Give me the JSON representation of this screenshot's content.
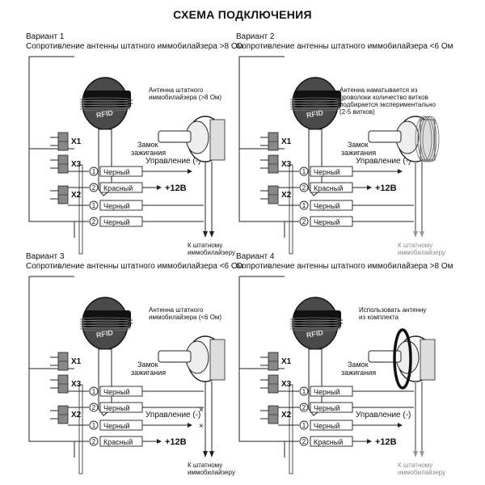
{
  "title": "СХЕМА ПОДКЛЮЧЕНИЯ",
  "labels": {
    "rfid": "RFID",
    "x1": "X1",
    "x2": "X2",
    "x3": "X3",
    "pin1": "1",
    "pin2": "2",
    "black": "Черный",
    "red": "Красный",
    "control": "Управление (-)",
    "plus12": "+12В",
    "lock1": "Замок",
    "lock2": "зажигания",
    "to_immo1": "К штатному",
    "to_immo2": "иммобилайзеру",
    "cross": "×"
  },
  "variants": [
    {
      "heading": "Вариант 1",
      "subtitle": "Сопротивление антенны штатного иммобилайзера >8 Ом",
      "note": [
        "Антенна штатного",
        "иммобилайзера (>8 Ом)"
      ]
    },
    {
      "heading": "Вариант 2",
      "subtitle": "Сопротивление антенны штатного иммобилайзера <6 Ом",
      "note": [
        "Антенна наматывается из",
        "проволоки количество витков",
        "подбирается экспериментально",
        "(2-5 витков)"
      ]
    },
    {
      "heading": "Вариант 3",
      "subtitle": "Сопротивление антенны штатного иммобилайзера <6 Ом",
      "note": [
        "Антенна штатного",
        "иммобилайзера (<6 Ом)"
      ]
    },
    {
      "heading": "Вариант 4",
      "subtitle": "Сопротивление антенны штатного иммобилайзера >8 Ом",
      "note": [
        "Использовать антенну",
        "из комплекта"
      ]
    }
  ]
}
